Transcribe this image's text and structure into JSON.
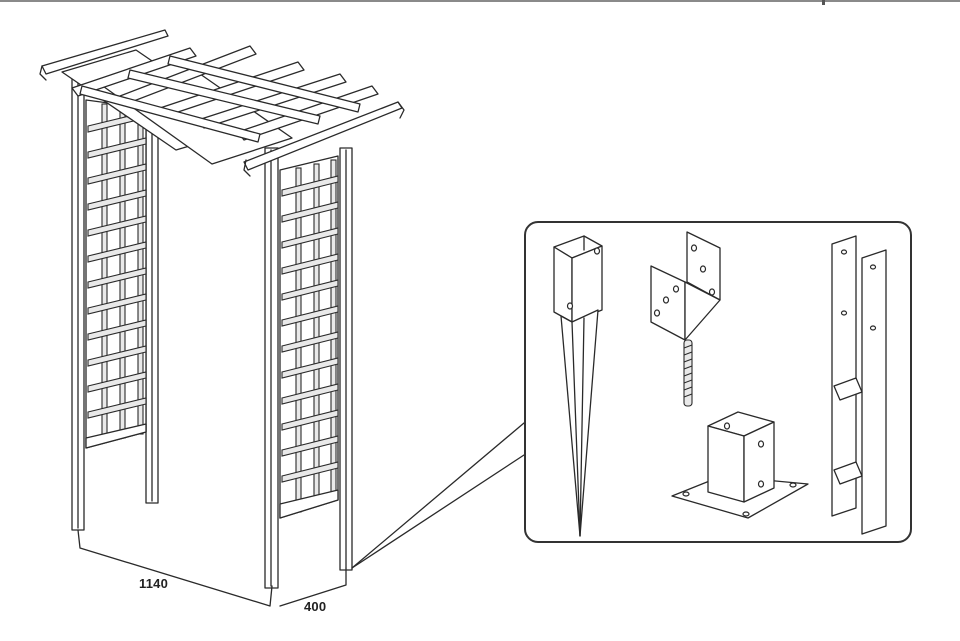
{
  "figure": {
    "title": "Garden arch with trellis side panels and post fixing options",
    "subject": "pergola-arch",
    "line_color": "#2a2a2a",
    "background": "#ffffff"
  },
  "dimensions": {
    "width_label": "1140",
    "depth_label": "400",
    "units": "mm"
  },
  "arch": {
    "roof_rafters_count": 5,
    "side_panels": [
      {
        "side": "left",
        "type": "trellis",
        "horizontal_slats": 12,
        "vertical_slats": 2
      },
      {
        "side": "right",
        "type": "trellis",
        "horizontal_slats": 12,
        "vertical_slats": 2
      }
    ],
    "posts_count": 4
  },
  "callout": {
    "label": "post-fixing-options",
    "items": [
      {
        "name": "spike-post-anchor",
        "description": "Drive-in ground spike with square post socket"
      },
      {
        "name": "u-bracket-bolt-anchor",
        "description": "U-shaped post bracket with threaded rod"
      },
      {
        "name": "bolt-down-post-shoe",
        "description": "Square socket on flat base plate with four holes"
      },
      {
        "name": "h-bracket-anchor",
        "description": "H-shaped concrete-in post bracket"
      }
    ]
  }
}
